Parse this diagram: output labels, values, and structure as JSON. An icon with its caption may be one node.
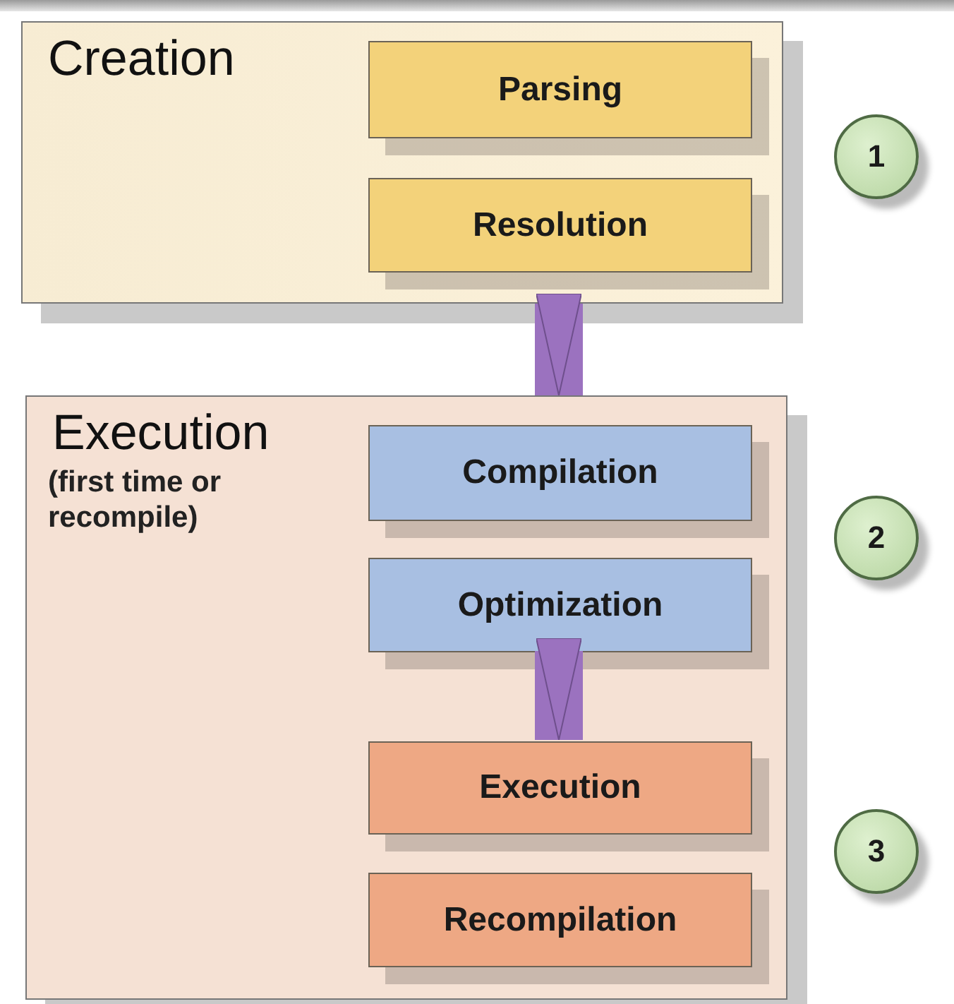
{
  "diagram": {
    "nodes": [
      {
        "text": [
          "Creation"
        ]
      },
      {
        "text": [
          "Parsing"
        ],
        "in": 0
      },
      {
        "text": [
          "Resolution"
        ],
        "in": 0
      },
      {
        "text": [
          "1"
        ]
      },
      {
        "text": [
          "Execution",
          "(first time or recompile)"
        ]
      },
      {
        "text": [
          "Compilation"
        ],
        "in": 4
      },
      {
        "text": [
          "Optimization"
        ],
        "in": 4
      },
      {
        "text": [
          "Execution"
        ],
        "in": 4
      },
      {
        "text": [
          "Recompilation"
        ],
        "in": 4
      },
      {
        "text": [
          "2"
        ]
      },
      {
        "text": [
          "3"
        ]
      }
    ],
    "edges": [
      {
        "from": 0,
        "to": 4,
        "arrow": "to"
      },
      {
        "from": 6,
        "to": 7,
        "arrow": "to"
      }
    ]
  }
}
